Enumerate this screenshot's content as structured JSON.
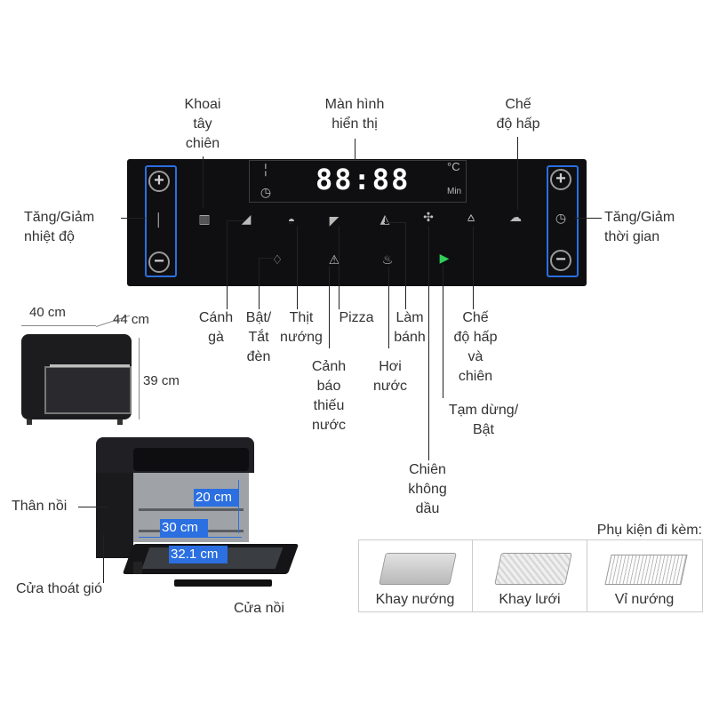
{
  "labels": {
    "temp_adjust": "Tăng/Giảm\nnhiệt độ",
    "time_adjust": "Tăng/Giảm\nthời gian",
    "fries": "Khoai\ntây\nchiên",
    "display": "Màn hình\nhiển thị",
    "steam": "Chế\nđộ hấp",
    "wings": "Cánh\ngà",
    "light": "Bật/\nTắt\nđèn",
    "meat": "Thịt\nnướng",
    "pizza": "Pizza",
    "bake": "Làm\nbánh",
    "steam_fry": "Chế\nđộ hấp\nvà\nchiên",
    "water_warning": "Cảnh\nbáo\nthiếu\nnước",
    "steam_only": "Hơi\nnước",
    "pause": "Tạm dừng/\nBật",
    "airfry": "Chiên\nkhông\ndầu",
    "body": "Thân nồi",
    "vent": "Cửa thoát gió",
    "door": "Cửa nồi",
    "accessories": "Phụ kiện đi kèm:"
  },
  "display": {
    "digits": "88:88",
    "unit_c": "°C",
    "unit_min": "Min"
  },
  "dimensions": {
    "width": "40 cm",
    "depth": "44 cm",
    "height": "39 cm",
    "inner_h": "20 cm",
    "inner_w": "30 cm",
    "inner_d": "32.1 cm"
  },
  "accessory_items": [
    "Khay nướng",
    "Khay lưới",
    "Vỉ nướng"
  ],
  "colors": {
    "panel": "#0f0f11",
    "highlight": "#2b6fe0"
  }
}
